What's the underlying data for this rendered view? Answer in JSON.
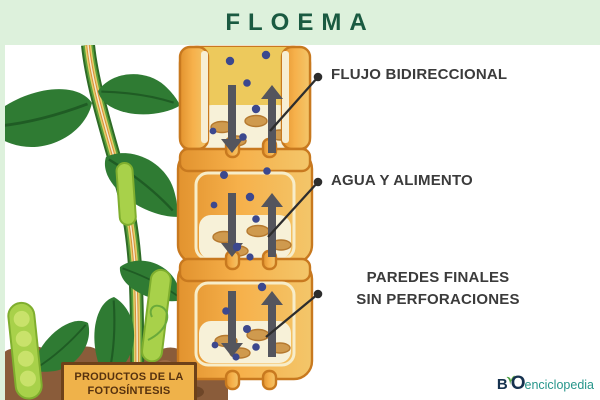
{
  "header": {
    "title": "FLOEMA"
  },
  "annotations": {
    "label1": "FLUJO BIDIRECCIONAL",
    "label2": "AGUA Y ALIMENTO",
    "label3_line1": "PAREDES FINALES",
    "label3_line2": "SIN PERFORACIONES"
  },
  "soil_label": {
    "line1": "PRODUCTOS DE LA",
    "line2": "FOTOSÍNTESIS"
  },
  "logo": {
    "part1": "B",
    "part2": "O",
    "part3": "enciclopedia"
  },
  "icons": {
    "flow_down_arrow": "arrow-down",
    "flow_up_arrow": "arrow-up",
    "logo_leaf": "leaf-sprout"
  },
  "colors": {
    "header_bg": "#ddf1dc",
    "title": "#1a5a41",
    "label_text": "#3b3b3b",
    "tube_outline": "#c8791f",
    "cell_yellow": "#edc95c",
    "cell_cream": "#f7f1d8",
    "sieve_pore": "#cf9a4e",
    "arrow": "#54555d",
    "particle_dot": "#3c488e",
    "leaf_green": "#2f7b33",
    "pod_green": "#a8d14a",
    "soil_brown": "#8a5c3a",
    "pointer": "#2d2d2d",
    "box_bg": "#efb24a",
    "box_border": "#6d4119",
    "box_text": "#57320f",
    "logo_dark": "#16324f",
    "logo_teal": "#27968b"
  }
}
